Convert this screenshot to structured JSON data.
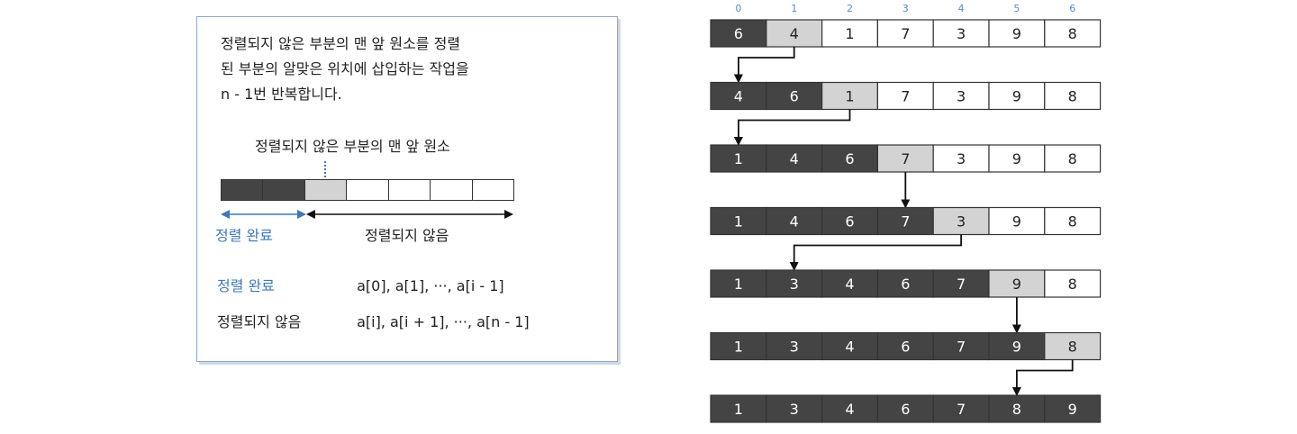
{
  "panel": {
    "description_lines": [
      "정렬되지 않은 부분의 맨 앞 원소를 정렬",
      "된 부분의 알맞은 위치에 삽입하는 작업을",
      "n - 1번 반복합니다."
    ],
    "callout": "정렬되지 않은 부분의 맨 앞 원소",
    "mini_array": {
      "cells": 7,
      "sorted_count": 2,
      "current_index": 2
    },
    "label_sorted": "정렬 완료",
    "label_unsorted": "정렬되지 않음",
    "legend": [
      {
        "key": "정렬 완료",
        "value": "a[0], a[1], ···, a[i - 1]",
        "color": "#3f78b8"
      },
      {
        "key": "정렬되지 않음",
        "value": "a[i], a[i + 1], ···, a[n - 1]",
        "color": "#222222"
      }
    ]
  },
  "trace": {
    "indices": [
      "0",
      "1",
      "2",
      "3",
      "4",
      "5",
      "6"
    ],
    "colors": {
      "sorted": "#444444",
      "current": "#d3d3d3",
      "unsorted": "#ffffff",
      "sorted_text": "#ffffff",
      "text": "#222222",
      "border": "#333333"
    },
    "steps": [
      {
        "values": [
          "6",
          "4",
          "1",
          "7",
          "3",
          "9",
          "8"
        ],
        "sorted_count": 1,
        "current": 1,
        "insert_to": 0
      },
      {
        "values": [
          "4",
          "6",
          "1",
          "7",
          "3",
          "9",
          "8"
        ],
        "sorted_count": 2,
        "current": 2,
        "insert_to": 0
      },
      {
        "values": [
          "1",
          "4",
          "6",
          "7",
          "3",
          "9",
          "8"
        ],
        "sorted_count": 3,
        "current": 3,
        "insert_to": 3
      },
      {
        "values": [
          "1",
          "4",
          "6",
          "7",
          "3",
          "9",
          "8"
        ],
        "sorted_count": 4,
        "current": 4,
        "insert_to": 1
      },
      {
        "values": [
          "1",
          "3",
          "4",
          "6",
          "7",
          "9",
          "8"
        ],
        "sorted_count": 5,
        "current": 5,
        "insert_to": 5
      },
      {
        "values": [
          "1",
          "3",
          "4",
          "6",
          "7",
          "9",
          "8"
        ],
        "sorted_count": 6,
        "current": 6,
        "insert_to": 5
      },
      {
        "values": [
          "1",
          "3",
          "4",
          "6",
          "7",
          "8",
          "9"
        ],
        "sorted_count": 7,
        "current": -1,
        "insert_to": null
      }
    ]
  }
}
